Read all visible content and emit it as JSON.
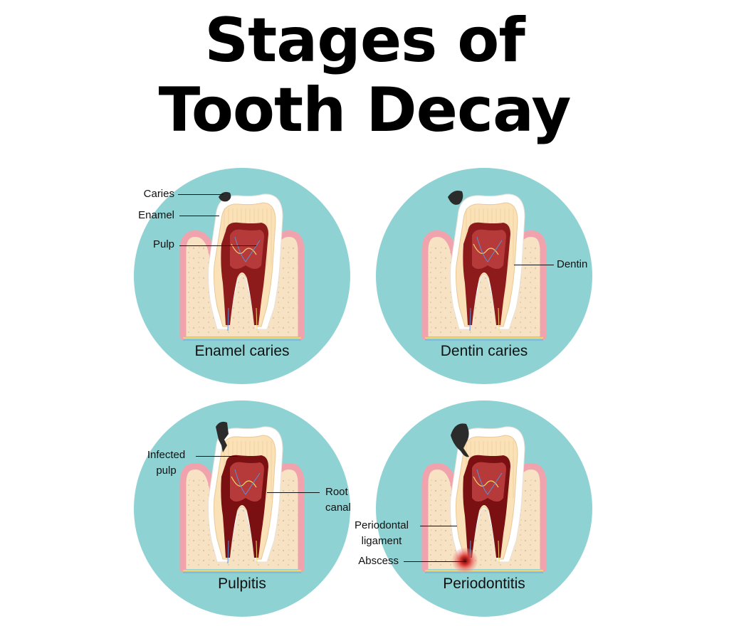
{
  "title": {
    "line1": "Stages of",
    "line2": "Tooth Decay"
  },
  "panels": [
    {
      "caption": "Enamel caries",
      "labels": [
        "Caries",
        "Enamel",
        "Pulp"
      ]
    },
    {
      "caption": "Dentin caries",
      "labels": [
        "Dentin"
      ]
    },
    {
      "caption": "Pulpitis",
      "labels": [
        "Infected",
        "pulp",
        "Root",
        "canal"
      ]
    },
    {
      "caption": "Periodontitis",
      "labels": [
        "Periodontal",
        "ligament",
        "Abscess"
      ]
    }
  ],
  "colors": {
    "circle": "#8fd2d4",
    "bone": "#f7e3c4",
    "gum": "#f0a3ad",
    "enamel": "#ffffff",
    "dentin": "#fbe1b8",
    "pulp_outer": "#8e1b1c",
    "pulp_inner": "#b63a3a",
    "caries": "#2b2b2b",
    "abscess": "#d6332e"
  }
}
